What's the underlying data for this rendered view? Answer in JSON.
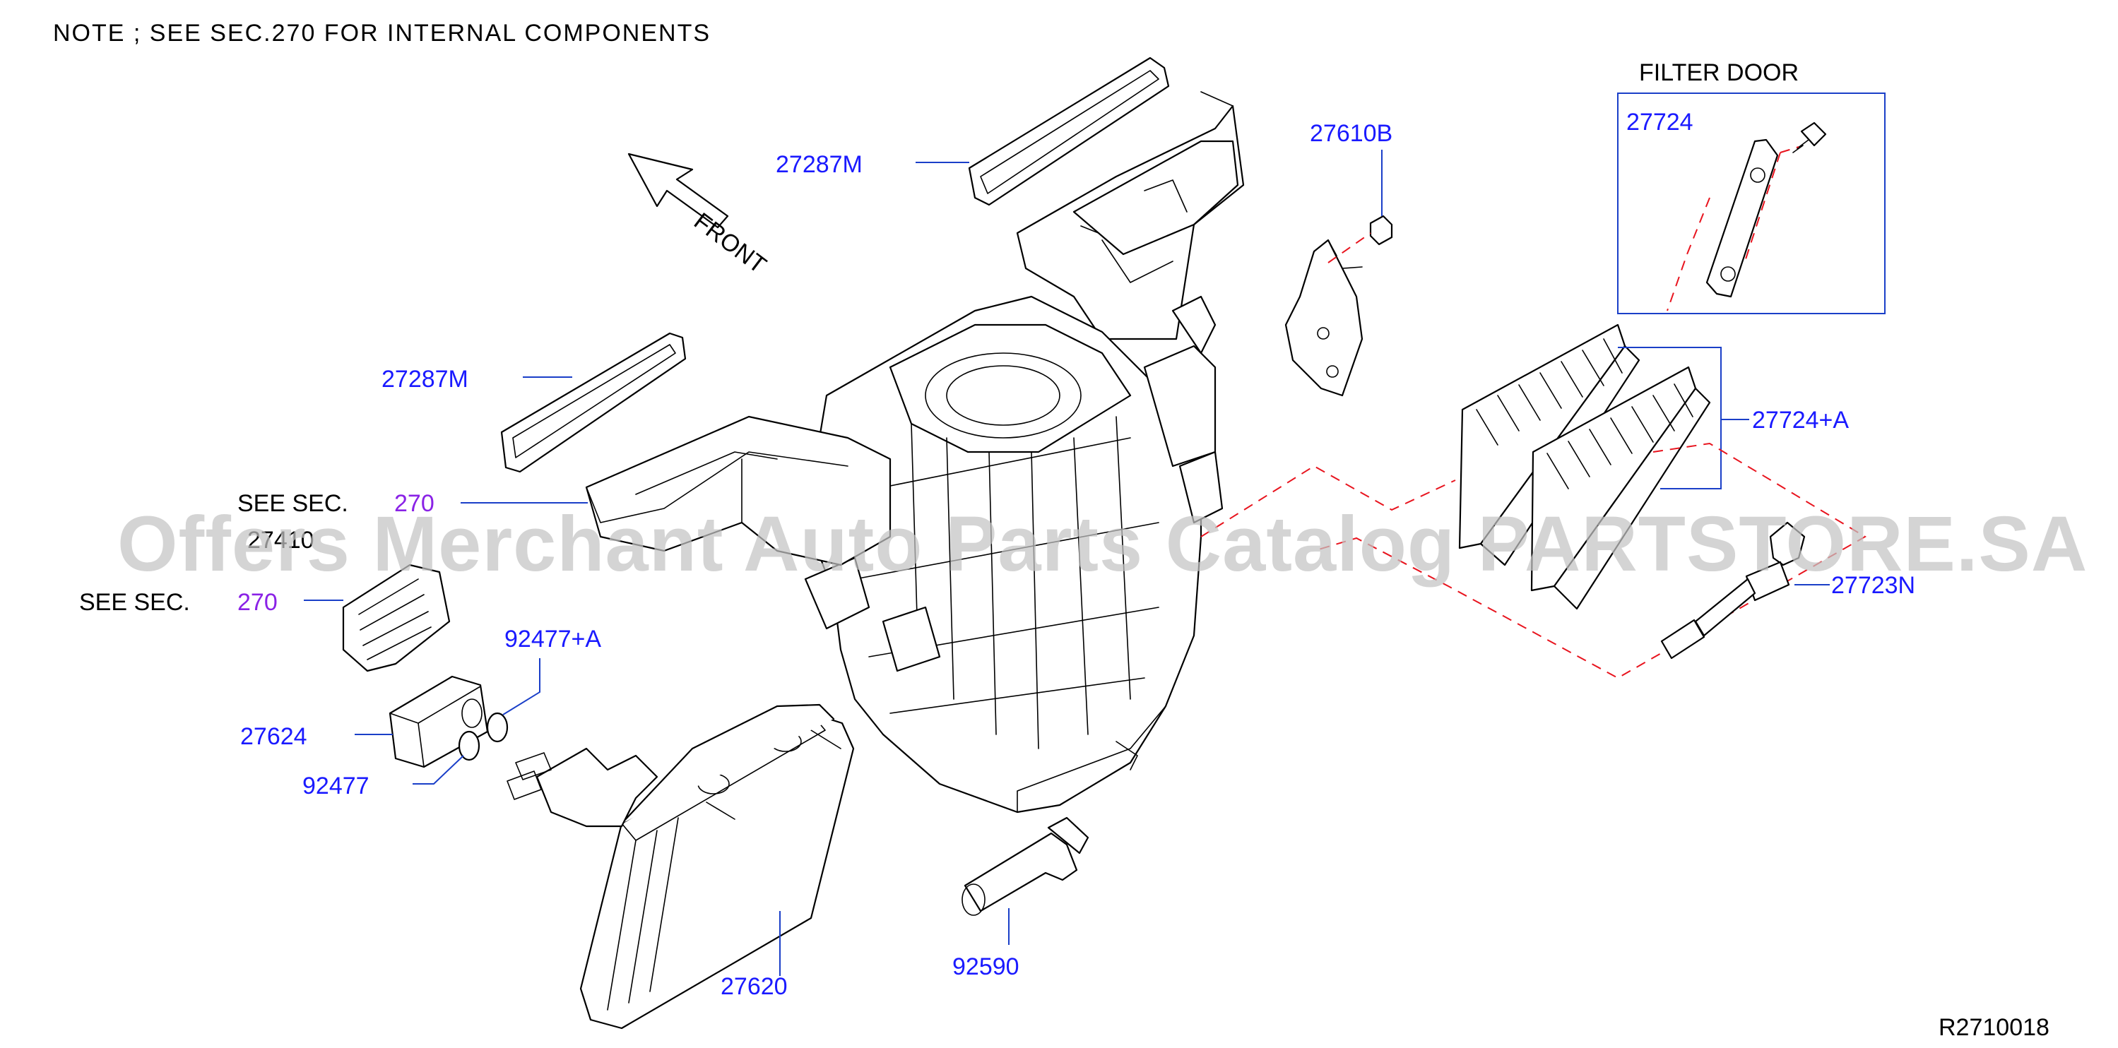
{
  "note": "NOTE ; SEE SEC.270 FOR INTERNAL COMPONENTS",
  "front_label": "FRONT",
  "filter_door_title": "FILTER DOOR",
  "see_sec": "SEE SEC.",
  "sec_number": "270",
  "partial_label": "27410",
  "watermark": "Offers Merchant Auto Parts Catalog PARTSTORE.SA",
  "diagram_id": "R2710018",
  "colors": {
    "part_number": "#1a1aff",
    "section_ref": "#8a22e6",
    "leader": "#1a3fc8",
    "dashed_path": "#e8141e",
    "watermark": "#c4c4c4"
  },
  "parts": {
    "p27287m_top": "27287M",
    "p27287m_left": "27287M",
    "p27610b": "27610B",
    "p27724": "27724",
    "p27724a": "27724+A",
    "p27723n": "27723N",
    "p92477a": "92477+A",
    "p27624": "27624",
    "p92477": "92477",
    "p27620": "27620",
    "p92590": "92590"
  }
}
